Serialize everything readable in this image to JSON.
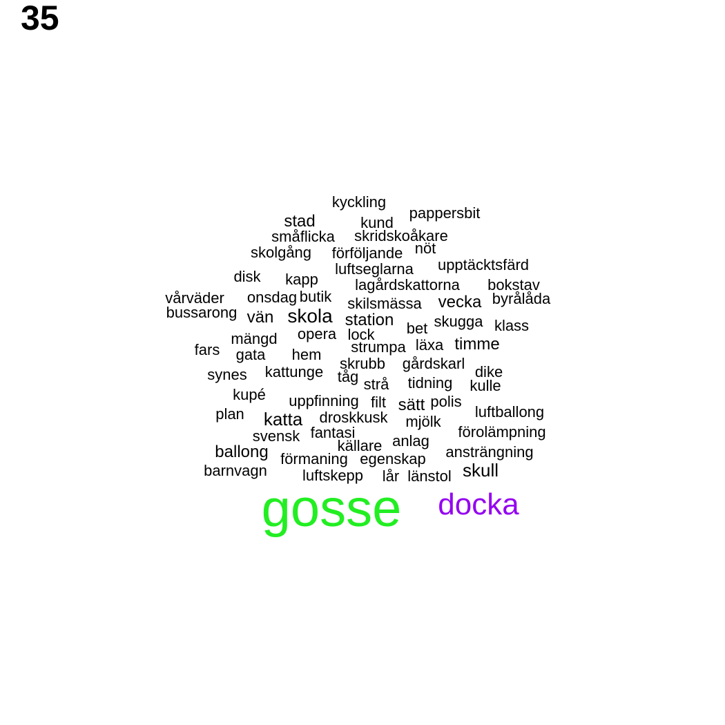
{
  "page_number": "35",
  "colors": {
    "default": "#000000",
    "highlight_primary": "#22ee22",
    "highlight_secondary": "#9400f0"
  },
  "words": [
    {
      "text": "gosse",
      "color": "#22ee22"
    },
    {
      "text": "docka",
      "color": "#9400f0"
    },
    {
      "text": "kyckling"
    },
    {
      "text": "pappersbit"
    },
    {
      "text": "stad"
    },
    {
      "text": "kund"
    },
    {
      "text": "småflicka"
    },
    {
      "text": "skridskoåkare"
    },
    {
      "text": "skolgång"
    },
    {
      "text": "förföljande"
    },
    {
      "text": "nöt"
    },
    {
      "text": "luftseglarna"
    },
    {
      "text": "upptäcktsfärd"
    },
    {
      "text": "disk"
    },
    {
      "text": "kapp"
    },
    {
      "text": "lagårdskattorna"
    },
    {
      "text": "bokstav"
    },
    {
      "text": "vårväder"
    },
    {
      "text": "onsdag"
    },
    {
      "text": "butik"
    },
    {
      "text": "skilsmässa"
    },
    {
      "text": "vecka"
    },
    {
      "text": "byrålåda"
    },
    {
      "text": "bussarong"
    },
    {
      "text": "vän"
    },
    {
      "text": "skola"
    },
    {
      "text": "station"
    },
    {
      "text": "bet"
    },
    {
      "text": "skugga"
    },
    {
      "text": "klass"
    },
    {
      "text": "mängd"
    },
    {
      "text": "opera"
    },
    {
      "text": "lock"
    },
    {
      "text": "fars"
    },
    {
      "text": "strumpa"
    },
    {
      "text": "läxa"
    },
    {
      "text": "timme"
    },
    {
      "text": "gata"
    },
    {
      "text": "hem"
    },
    {
      "text": "skrubb"
    },
    {
      "text": "gårdskarl"
    },
    {
      "text": "synes"
    },
    {
      "text": "kattunge"
    },
    {
      "text": "tåg"
    },
    {
      "text": "strå"
    },
    {
      "text": "tidning"
    },
    {
      "text": "dike"
    },
    {
      "text": "kulle"
    },
    {
      "text": "kupé"
    },
    {
      "text": "uppfinning"
    },
    {
      "text": "filt"
    },
    {
      "text": "sätt"
    },
    {
      "text": "polis"
    },
    {
      "text": "plan"
    },
    {
      "text": "katta"
    },
    {
      "text": "droskkusk"
    },
    {
      "text": "mjölk"
    },
    {
      "text": "luftballong"
    },
    {
      "text": "svensk"
    },
    {
      "text": "fantasi"
    },
    {
      "text": "förolämpning"
    },
    {
      "text": "källare"
    },
    {
      "text": "anlag"
    },
    {
      "text": "ballong"
    },
    {
      "text": "förmaning"
    },
    {
      "text": "egenskap"
    },
    {
      "text": "ansträngning"
    },
    {
      "text": "barnvagn"
    },
    {
      "text": "luftskepp"
    },
    {
      "text": "lår"
    },
    {
      "text": "länstol"
    },
    {
      "text": "skull"
    }
  ]
}
